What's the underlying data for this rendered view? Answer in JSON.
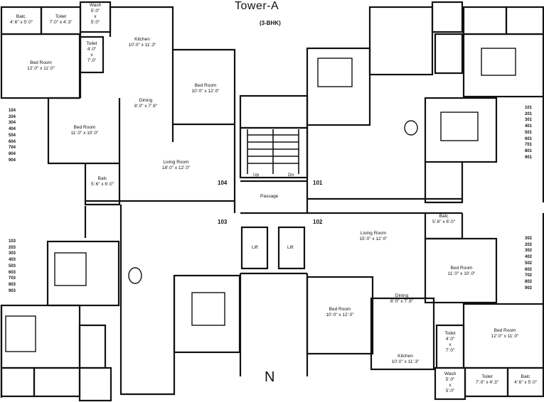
{
  "header": {
    "title": "Tower-A",
    "subtitle": "(3-BHK)"
  },
  "compass": {
    "north": "N"
  },
  "core": {
    "up": "Up",
    "down": "Dn",
    "passage": "Passage",
    "lift_left": "Lift",
    "lift_right": "Lift"
  },
  "flat_numbers": {
    "f104": "104",
    "f101": "101",
    "f103": "103",
    "f102": "102"
  },
  "rooms": {
    "r1": {
      "name": "Balc.",
      "dim": "4'.6\" x 5'.0\""
    },
    "r2": {
      "name": "Toilet",
      "dim": "7'.0\" x 4'.3\""
    },
    "r3": {
      "name": "Wash",
      "dim": "5'.0\"",
      "dim2": "x",
      "dim3": "5'.0\""
    },
    "r4": {
      "name": "Kitchen",
      "dim": "10'.0\" x 11'.3\""
    },
    "r5": {
      "name": "Toilet",
      "dim": "4'.0\"",
      "dim2": "x",
      "dim3": "7'.0\""
    },
    "r6": {
      "name": "Bed Room",
      "dim": "12'.0\" x 11'.0\""
    },
    "r7": {
      "name": "Bed Room",
      "dim": "10'.0\" x 12'.0\""
    },
    "r8": {
      "name": "Dining",
      "dim": "8'.0\" x 7'.9\""
    },
    "r9": {
      "name": "Bed Room",
      "dim": "11'.0\" x 10'.0\""
    },
    "r10": {
      "name": "Living Room",
      "dim": "18'.0\" x 12'.0\""
    },
    "r11": {
      "name": "Balc",
      "dim": "5'.6\" x 6'.0\""
    },
    "r12": {
      "name": "Balc",
      "dim": "5'.6\" x 6'.0\""
    },
    "r13": {
      "name": "Living Room",
      "dim": "15'.0\" x 12'.0\""
    },
    "r14": {
      "name": "Bed Room",
      "dim": "11'.0\" x 10'.0\""
    },
    "r15": {
      "name": "Dining",
      "dim": "8'.0\" x 7'.9\""
    },
    "r16": {
      "name": "Bed Room",
      "dim": "10'.0\" x 12'.0\""
    },
    "r17": {
      "name": "Toilet",
      "dim": "4'.0\"",
      "dim2": "x",
      "dim3": "7'.0\""
    },
    "r18": {
      "name": "Bed Room",
      "dim": "12'.0\" x 11'.0\""
    },
    "r19": {
      "name": "Kitchen",
      "dim": "10'.0\" x 11'.3\""
    },
    "r20": {
      "name": "Wash",
      "dim": "5'.0\"",
      "dim2": "x",
      "dim3": "5'.0\""
    },
    "r21": {
      "name": "Toilet",
      "dim": "7'.0\" x 4'.3\""
    },
    "r22": {
      "name": "Balc",
      "dim": "4'.6\" x 5'.0\""
    }
  },
  "flat_lists": {
    "left_top": [
      "104",
      "204",
      "304",
      "404",
      "504",
      "604",
      "704",
      "804",
      "904"
    ],
    "left_bottom": [
      "103",
      "203",
      "303",
      "403",
      "503",
      "603",
      "703",
      "803",
      "903"
    ],
    "right_top": [
      "101",
      "201",
      "301",
      "401",
      "501",
      "601",
      "701",
      "801",
      "901"
    ],
    "right_bottom": [
      "302",
      "202",
      "302",
      "402",
      "502",
      "602",
      "702",
      "802",
      "902"
    ]
  }
}
